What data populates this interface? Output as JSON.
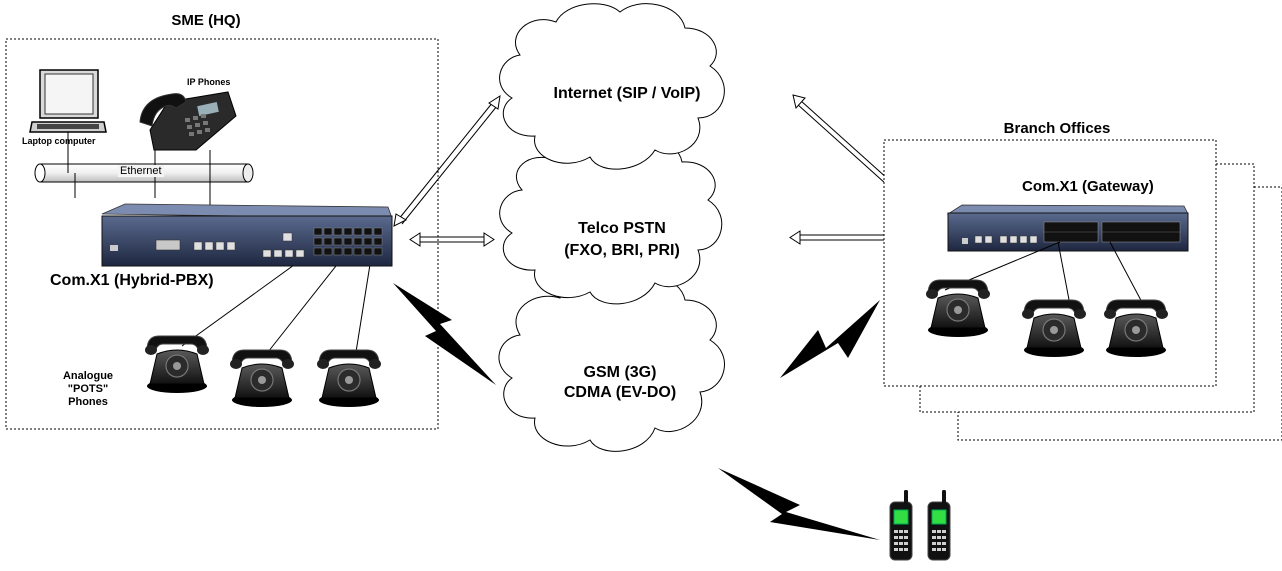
{
  "sme": {
    "title": "SME (HQ)",
    "laptop_label": "Laptop computer",
    "ip_phones_label": "IP Phones",
    "ethernet_label": "Ethernet",
    "pbx_label": "Com.X1 (Hybrid-PBX)",
    "analogue_label": [
      "Analogue",
      "\"POTS\"",
      "Phones"
    ]
  },
  "clouds": {
    "internet": "Internet (SIP / VoIP)",
    "pstn_line1": "Telco PSTN",
    "pstn_line2": "(FXO, BRI, PRI)",
    "gsm_line1": "GSM (3G)",
    "gsm_line2": "CDMA (EV-DO)"
  },
  "branch": {
    "title": "Branch Offices",
    "gateway_label": "Com.X1 (Gateway)"
  }
}
